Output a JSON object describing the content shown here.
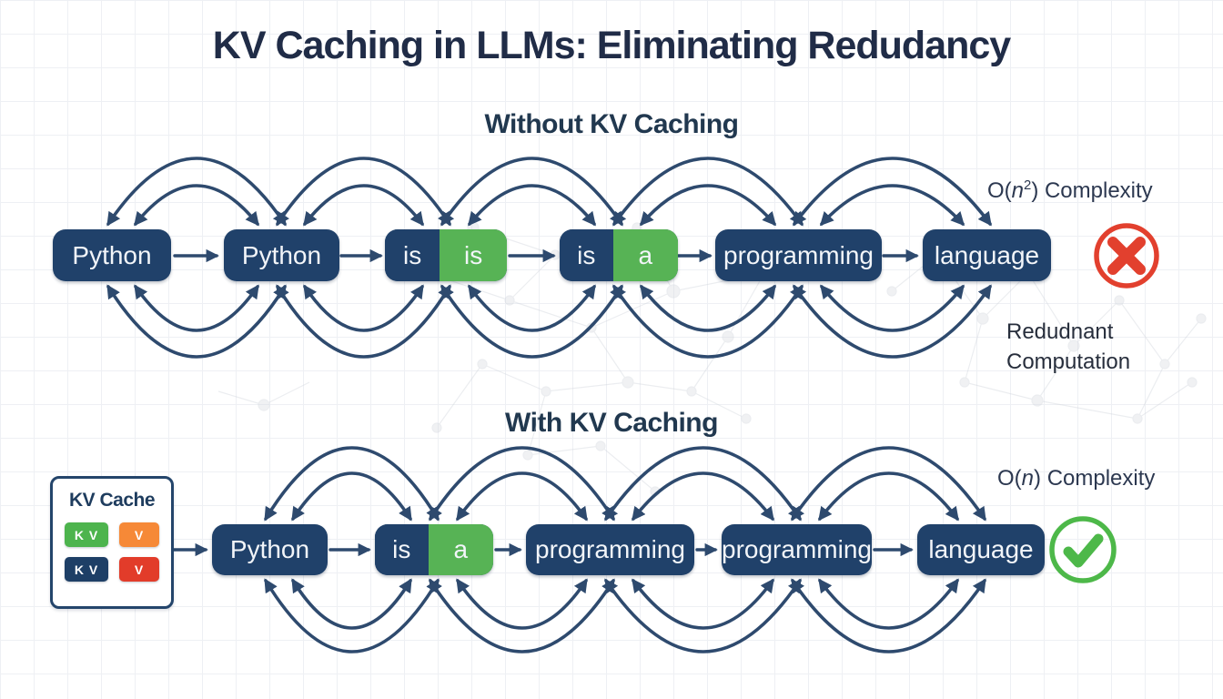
{
  "title": "KV Caching in LLMs: Eliminating Redudancy",
  "colors": {
    "token_navy": "#20416a",
    "token_green": "#57b355",
    "arrow_navy": "#2e4a6e",
    "error_red": "#e2402e",
    "success_green": "#4db849",
    "chip_green": "#4db44d",
    "chip_orange": "#f68937",
    "chip_navy": "#1e3f66",
    "chip_red": "#e23c2a",
    "heading_navy": "#21384f",
    "title_navy": "#202c47"
  },
  "without": {
    "heading": "Without KV Caching",
    "tokens": [
      {
        "label": "Python"
      },
      {
        "label": "Python"
      },
      {
        "left": "is",
        "right": "is"
      },
      {
        "left": "is",
        "right": "a"
      },
      {
        "label": "programming"
      },
      {
        "label": "language"
      }
    ],
    "complexity": {
      "pre": "O(",
      "var": "n",
      "sup": "2",
      "post": ") Complexity"
    },
    "note": {
      "line1": "Redudnant",
      "line2": "Computation"
    },
    "status_icon": "x-circle"
  },
  "with": {
    "heading": "With KV Caching",
    "cache": {
      "title": "KV Cache",
      "chips": [
        {
          "label": "K V",
          "color": "#4db44d"
        },
        {
          "label": "V",
          "color": "#f68937"
        },
        {
          "label": "K V",
          "color": "#1e3f66"
        },
        {
          "label": "V",
          "color": "#e23c2a"
        }
      ]
    },
    "tokens": [
      {
        "label": "Python"
      },
      {
        "left": "is",
        "right": "a"
      },
      {
        "label": "programming"
      },
      {
        "label": "programming"
      },
      {
        "label": "language"
      }
    ],
    "complexity": {
      "pre": "O(",
      "var": "n",
      "post": ") Complexity"
    },
    "status_icon": "check-circle"
  }
}
